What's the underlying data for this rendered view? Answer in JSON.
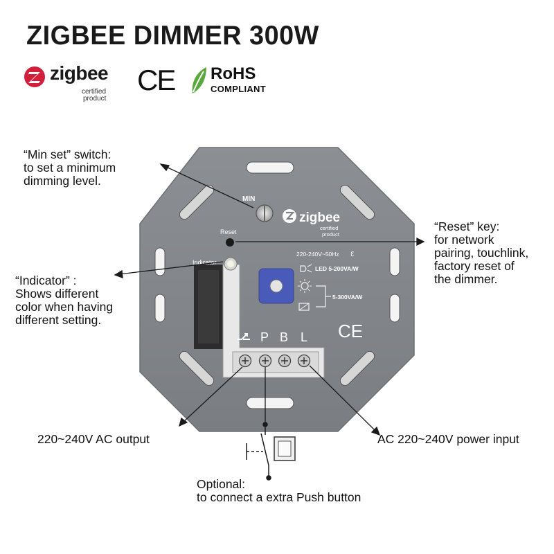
{
  "title": "ZIGBEE DIMMER 300W",
  "header_logos": {
    "zigbee_word": "zigbee",
    "zigbee_sub1": "certified",
    "zigbee_sub2": "product",
    "ce": "CE",
    "rohs_word": "RoHS",
    "rohs_sub": "COMPLIANT"
  },
  "device": {
    "min_label": "MIN",
    "reset_label": "Reset",
    "indicator_label": "Indicator",
    "zigbee_word": "zigbee",
    "zigbee_sub1": "certified",
    "zigbee_sub2": "product",
    "rating": "220-240V~50Hz",
    "rating_symbol": "ℇ",
    "led_rating": "LED 5-200VA/W",
    "load_rating": "5-300VA/W",
    "terminal_p": "P",
    "terminal_b": "B",
    "terminal_l": "L",
    "ce": "CE"
  },
  "callouts": {
    "min_set": "“Min set” switch:\nto set a minimum\ndimming level.",
    "reset": "“Reset”  key:\nfor network\npairing, touchlink,\nfactory reset of\nthe dimmer.",
    "indicator": "“Indicator” :\nShows different\ncolor when having\ndifferent setting.",
    "ac_output": "220~240V AC output",
    "power_input": "AC 220~240V power input",
    "optional": "Optional:\nto connect a extra Push button"
  }
}
